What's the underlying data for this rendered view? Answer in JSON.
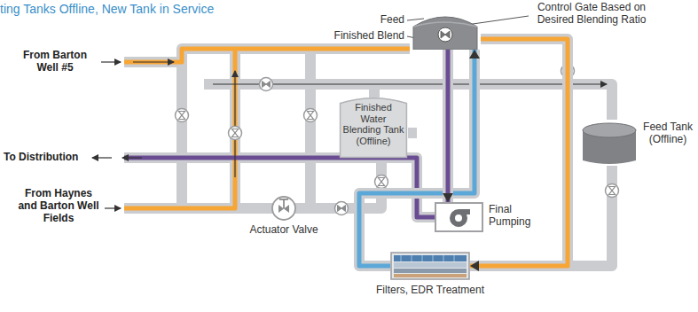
{
  "diagram": {
    "title": "ting Tanks Offline, New Tank in Service",
    "nodes": [
      {
        "text": [
          "Feed",
          "Finished Blend"
        ]
      },
      {
        "text": [
          "Finished Water Blending Tank (Offline)"
        ]
      },
      {
        "text": [
          "Feed Tank (Offline)"
        ]
      },
      {
        "text": [
          "Final Pumping"
        ]
      },
      {
        "text": [
          "Actuator Valve"
        ]
      },
      {
        "text": [
          "Filters, EDR Treatment"
        ]
      }
    ],
    "edges": [
      {
        "from": 0,
        "to": 5,
        "arrow": "to"
      },
      {
        "from": 5,
        "to": 0,
        "arrow": "to"
      },
      {
        "from": 0,
        "to": 3,
        "arrow": "to"
      }
    ],
    "labels": [
      "From Barton Well #5",
      "To Distribution",
      "From Haynes and Barton Well Fields",
      "Control Gate Based on Desired Blending Ratio"
    ]
  }
}
